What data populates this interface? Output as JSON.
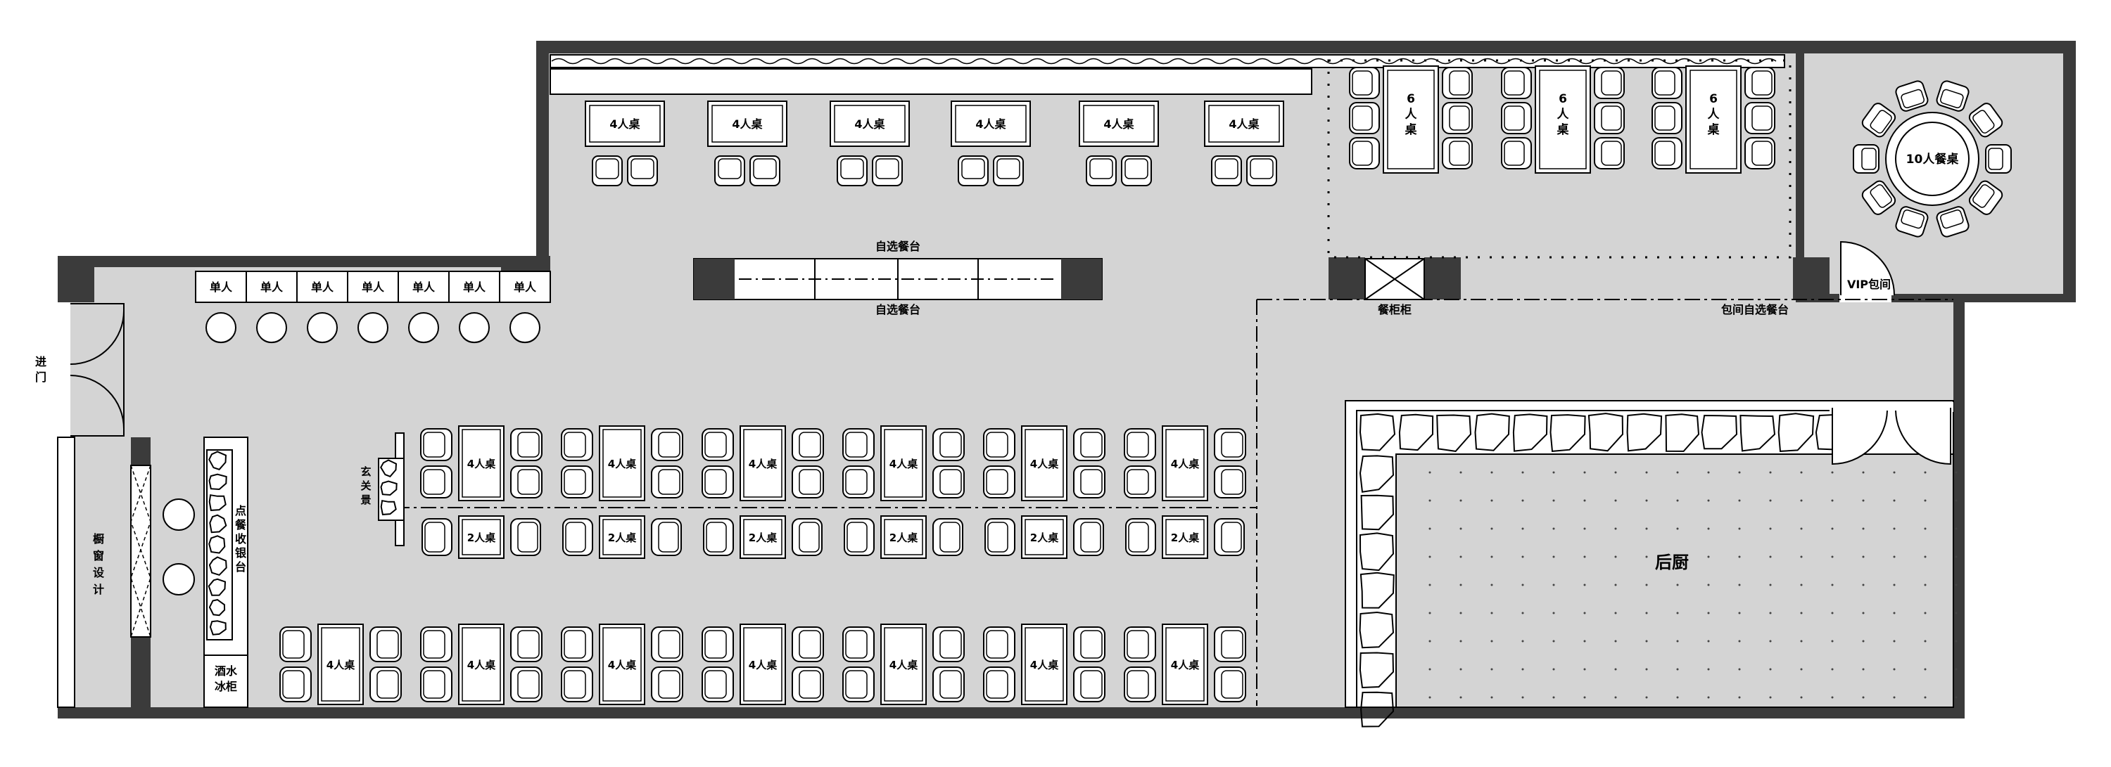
{
  "title": "",
  "colors": {
    "wall": "#3b3b3b",
    "floor": "#d4d4d4",
    "outside": "#ffffff",
    "furniture": "#ffffff",
    "stroke": "#000000"
  },
  "labels": {
    "table4": "4人桌",
    "table2": "2人桌",
    "table6": "6人桌",
    "table10": "10人餐桌",
    "single_seat": "单人",
    "buffet_top": "自选餐台",
    "buffet_bottom": "自选餐台",
    "entrance": "进门",
    "window_design": "橱窗设计",
    "porch": "玄关景",
    "cashier": "点餐收银台",
    "drinks_fridge": "酒水冰柜",
    "cutlery_cabinet": "餐柜柜",
    "private_buffet": "包间自选餐台",
    "vip_room": "VIP包间",
    "kitchen": "后厨"
  },
  "counts": {
    "top_row_4_tables": 6,
    "six_person_tables": 3,
    "single_seats": 7,
    "mid_row_4_tables": 6,
    "two_person_tables": 6,
    "bottom_row_4_tables": 7,
    "ten_person_seats": 10
  }
}
